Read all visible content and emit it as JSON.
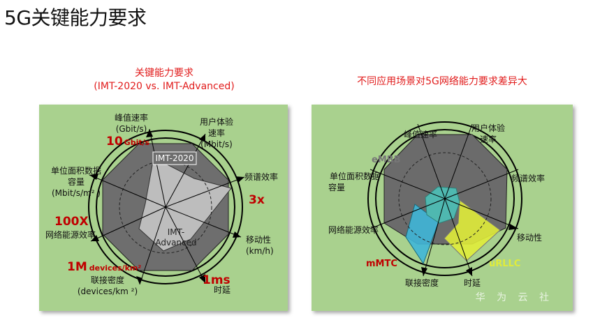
{
  "page": {
    "title": "5G关键能力要求"
  },
  "left": {
    "caption_line1": "关键能力要求",
    "caption_line2": "(IMT-2020 vs. IMT-Advanced)",
    "outer_label": "IMT-2020",
    "inner_label_1": "IMT-",
    "inner_label_2": "Advanced",
    "axes": {
      "peak": {
        "l1": "峰值速率",
        "l2": "(Gbit/s)",
        "value": "10",
        "unit": "Gbit/s"
      },
      "user": {
        "l1": "用户体验",
        "l2": "速率",
        "l3": "(Mbit/s)"
      },
      "spectrum": {
        "l1": "频谱效率",
        "value": "3x"
      },
      "mobility": {
        "l1": "移动性",
        "l2": "(km/h)"
      },
      "latency": {
        "value": "1ms",
        "l1": "时延"
      },
      "density": {
        "value": "1M",
        "unit": "devices/km²",
        "l1": "联接密度",
        "l2": "(devices/km ²)"
      },
      "energy": {
        "value": "100X",
        "l1": "网络能源效率"
      },
      "area": {
        "l1": "单位面积数据",
        "l2": "容量",
        "l3": "(Mbit/s/m² )"
      }
    }
  },
  "right": {
    "caption": "不同应用场景对5G网络能力要求差异大",
    "axes": {
      "peak": "峰值速率",
      "user1": "用户体验",
      "user2": "速率",
      "spectrum": "频谱效率",
      "mobility": "移动性",
      "latency": "时延",
      "density": "联接密度",
      "energy": "网络能源效率",
      "area1": "单位面积数据",
      "area2": "容量"
    },
    "scenarios": {
      "embb": "eMBB",
      "mmtc": "mMTC",
      "urllc": "uRLLC"
    }
  },
  "watermark": "华 为 云 社",
  "colors": {
    "red": "#c00000",
    "panel": "#a9d18e",
    "embb": "#6b6b6b",
    "mmtc": "#3fb6d8",
    "urllc": "#e0ec3a",
    "center": "#4fb8b0"
  }
}
